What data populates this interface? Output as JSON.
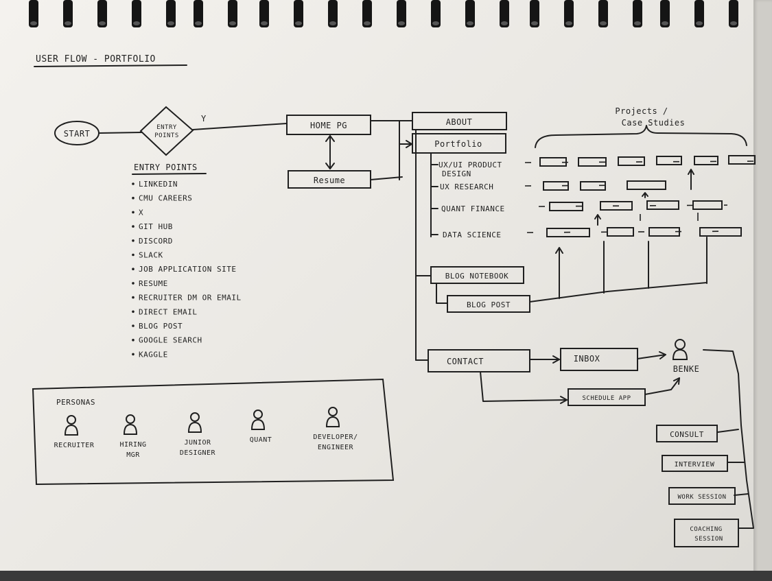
{
  "title": "USER FLOW - PORTFOLIO",
  "nodes": {
    "start": "START",
    "entry_points_decision": [
      "ENTRY",
      "POINTS"
    ],
    "yes_label": "Y",
    "home": "HOME PG",
    "resume": "Resume",
    "about": "ABOUT",
    "portfolio": "Portfolio",
    "blog_notebook": "BLOG NOTEBOOK",
    "blog_post": "BLOG POST",
    "contact": "CONTACT",
    "inbox": "INBOX",
    "schedule_app": "SCHEDULE APP",
    "benke": "BENKE",
    "consult": "CONSULT",
    "interview": "INTERVIEW",
    "work_session": "WORK SESSION",
    "coaching_session": [
      "COACHING",
      "SESSION"
    ]
  },
  "projects_header": [
    "Projects /",
    "Case Studies"
  ],
  "categories": [
    [
      "UX/UI PRODUCT",
      "DESIGN"
    ],
    [
      "UX RESEARCH"
    ],
    [
      "QUANT FINANCE"
    ],
    [
      "DATA SCIENCE"
    ]
  ],
  "entry_points": {
    "heading": "ENTRY POINTS",
    "items": [
      "LINKEDIN",
      "CMU CAREERS",
      "X",
      "GIT HUB",
      "DISCORD",
      "SLACK",
      "JOB APPLICATION SITE",
      "RESUME",
      "RECRUITER DM OR EMAIL",
      "DIRECT EMAIL",
      "BLOG POST",
      "GOOGLE SEARCH",
      "KAGGLE"
    ]
  },
  "personas": {
    "heading": "PERSONAS",
    "items": [
      [
        "RECRUITER"
      ],
      [
        "HIRING",
        "MGR"
      ],
      [
        "JUNIOR",
        "DESIGNER"
      ],
      [
        "QUANT"
      ],
      [
        "DEVELOPER/",
        "ENGINEER"
      ]
    ]
  },
  "colors": {
    "paper": "#f1efeb",
    "ink": "#1f1f1f",
    "binding": "#151515"
  }
}
